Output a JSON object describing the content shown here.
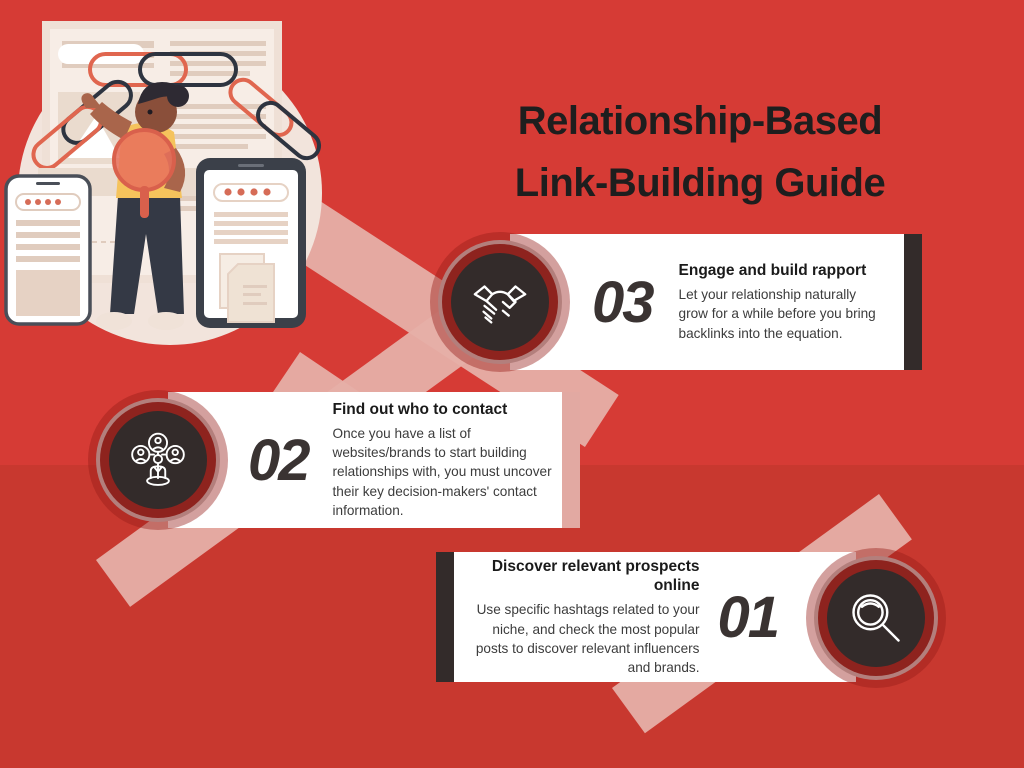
{
  "title": {
    "line1": "Relationship-Based",
    "line2": "Link-Building Guide"
  },
  "colors": {
    "background_red": "#D63B35",
    "background_red_lower": "#C8382F",
    "ribbon_pink": "#E6AFA8",
    "accent_dark": "#332B2A",
    "accent_pink": "#E2A9A2",
    "card_white": "#FFFFFF",
    "number_gray": "#3A3332",
    "title_black": "#1E1E1E"
  },
  "illustration": {
    "alt": "Woman holding a magnifying glass in front of a document with chain links, a phone and a tablet",
    "icon": "link-building-illustration"
  },
  "steps": [
    {
      "number": "03",
      "title": "Engage and build rapport",
      "body": "Let your relationship naturally grow for a while before you bring backlinks into the equation.",
      "icon": "handshake-icon",
      "accent": "dark",
      "accent_side": "right",
      "align": "left"
    },
    {
      "number": "02",
      "title": "Find out who to contact",
      "body": "Once you have a list of websites/brands to start building relationships with, you must uncover their key decision-makers' contact information.",
      "icon": "people-network-icon",
      "accent": "pink",
      "accent_side": "right",
      "align": "left"
    },
    {
      "number": "01",
      "title": "Discover relevant prospects online",
      "body": "Use specific hashtags related to your niche, and check the most popular posts to discover relevant influencers and brands.",
      "icon": "magnifier-icon",
      "accent": "dark",
      "accent_side": "left",
      "align": "right"
    }
  ]
}
